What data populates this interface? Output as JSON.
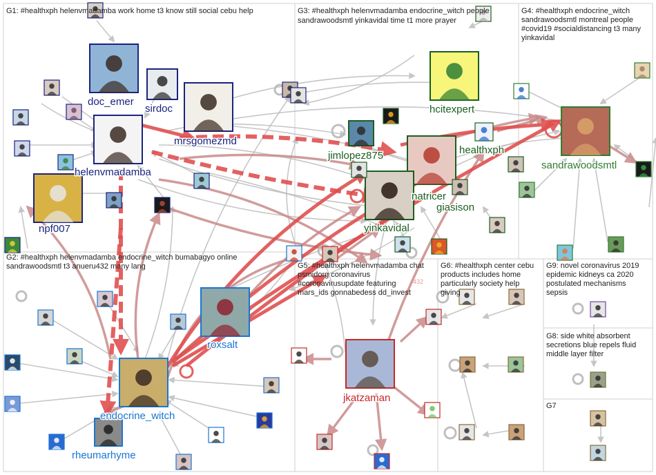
{
  "groups": [
    {
      "id": "G1",
      "lines": [
        "G1: #healthxph helenvmadamba work home t3 know still social cebu help"
      ]
    },
    {
      "id": "G2",
      "lines": [
        "G2: #healthxph helenvmadamba endocrine_witch bumabagyo online",
        "sandrawoodsmtl t3 anueru432 many lang"
      ]
    },
    {
      "id": "G3",
      "lines": [
        "G3: #healthxph helenvmadamba endocrine_witch people",
        "sandrawoodsmtl yinkavidal time t1 more prayer"
      ]
    },
    {
      "id": "G4",
      "lines": [
        "G4: #healthxph endocrine_witch",
        "sandrawoodsmtl montreal people",
        "#covid19 #socialdistancing t3 many",
        "yinkavidal"
      ]
    },
    {
      "id": "G5",
      "lines": [
        "G5: #healthxph helenvmadamba chat",
        "psmidorg coronavirus",
        "#coronavirusupdate featuring",
        "mars_ids gonnabedess dd_invest"
      ]
    },
    {
      "id": "G6",
      "lines": [
        "G6: #healthxph center cebu",
        "products includes home",
        "particularly society help",
        "giving"
      ]
    },
    {
      "id": "G9",
      "lines": [
        "G9: novel coronavirus 2019",
        "epidemic kidneys ca 2020",
        "postulated mechanisms",
        "sepsis"
      ]
    },
    {
      "id": "G8",
      "lines": [
        "G8: side white absorbent",
        "secretions blue repels fluid",
        "middle layer filter"
      ]
    },
    {
      "id": "G7",
      "lines": [
        "G7"
      ]
    }
  ],
  "named_nodes": [
    {
      "id": "doc_emer",
      "label": "doc_emer",
      "color": "#1a237e"
    },
    {
      "id": "sirdoc",
      "label": "sirdoc",
      "color": "#1a237e"
    },
    {
      "id": "mrsgomezmd",
      "label": "mrsgomezmd",
      "color": "#1a237e"
    },
    {
      "id": "helenvmadamba",
      "label": "helenvmadamba",
      "color": "#1a237e"
    },
    {
      "id": "npf007",
      "label": "npf007",
      "color": "#1a237e"
    },
    {
      "id": "hcitexpert",
      "label": "hcitexpert",
      "color": "#1b5e20"
    },
    {
      "id": "jimlopez875",
      "label": "jimlopez875",
      "color": "#1b5e20"
    },
    {
      "id": "healthxph",
      "label": "healthxph",
      "color": "#1b5e20"
    },
    {
      "id": "natricer",
      "label": "natricer",
      "color": "#1b5e20"
    },
    {
      "id": "giasison",
      "label": "giasison",
      "color": "#1b5e20"
    },
    {
      "id": "yinkavidal",
      "label": "yinkavidal",
      "color": "#1b5e20"
    },
    {
      "id": "sandrawoodsmtl",
      "label": "sandrawoodsmtl",
      "color": "#2e7d32"
    },
    {
      "id": "roxsalt",
      "label": "roxsalt",
      "color": "#1976d2"
    },
    {
      "id": "endocrine_witch",
      "label": "endocrine_witch",
      "color": "#1976d2"
    },
    {
      "id": "rheumarhyme",
      "label": "rheumarhyme",
      "color": "#1976d2"
    },
    {
      "id": "jkatzaman",
      "label": "jkatzaman",
      "color": "#c62828"
    }
  ],
  "faint_text": "432",
  "colors": {
    "strong_edge": "#e05050",
    "mid_edge": "#c98a8a",
    "weak_edge": "#b8b8b8",
    "grid": "#cfcfcf",
    "avatar_border_blue": "#1a237e",
    "avatar_border_green": "#2e7d32",
    "avatar_border_red": "#c62828"
  }
}
